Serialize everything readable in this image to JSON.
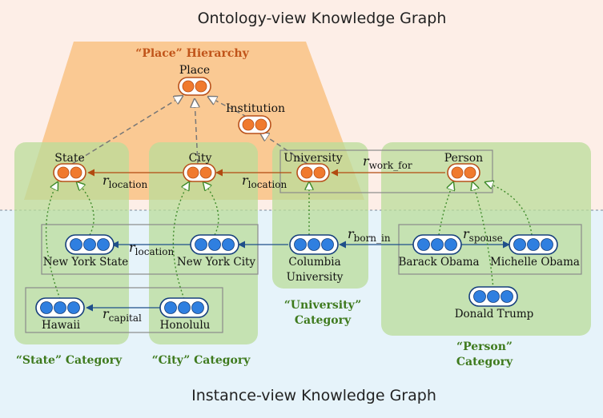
{
  "titles": {
    "ontology": "Ontology-view Knowledge Graph",
    "instance": "Instance-view Knowledge Graph"
  },
  "hierarchy_label": "“Place” Hierarchy",
  "ontology_nodes": {
    "place": "Place",
    "institution": "Institution",
    "state": "State",
    "city": "City",
    "university": "University",
    "person": "Person"
  },
  "instance_nodes": {
    "new_york_state": "New York State",
    "new_york_city": "New York City",
    "columbia_line1": "Columbia",
    "columbia_line2": "University",
    "barack_obama": "Barack Obama",
    "michelle_obama": "Michelle Obama",
    "hawaii": "Hawaii",
    "honolulu": "Honolulu",
    "donald_trump": "Donald Trump"
  },
  "categories": {
    "state": "“State” Category",
    "city": "“City” Category",
    "university_line1": "“University”",
    "university_line2": "Category",
    "person_line1": "“Person”",
    "person_line2": "Category"
  },
  "relations": {
    "r": "r",
    "location": "location",
    "work_for": "work_for",
    "born_in": "born_in",
    "spouse": "spouse",
    "capital": "capital"
  },
  "colors": {
    "ontology_bg": "#fdeee7",
    "instance_bg": "#e6f3fa",
    "hierarchy_fill": "#f9c48a",
    "category_fill": "#b9dc9a",
    "ontology_node": "#f07a2e",
    "ontology_stroke": "#b8501a",
    "instance_node": "#2f7fe0",
    "instance_stroke": "#163f7c",
    "hierarchy_text": "#c0541a",
    "category_text": "#3e7a1d",
    "location_arrow": "#b24a10",
    "instance_arrow": "#1f4f8a",
    "type_arrow": "#3f8a2a"
  }
}
